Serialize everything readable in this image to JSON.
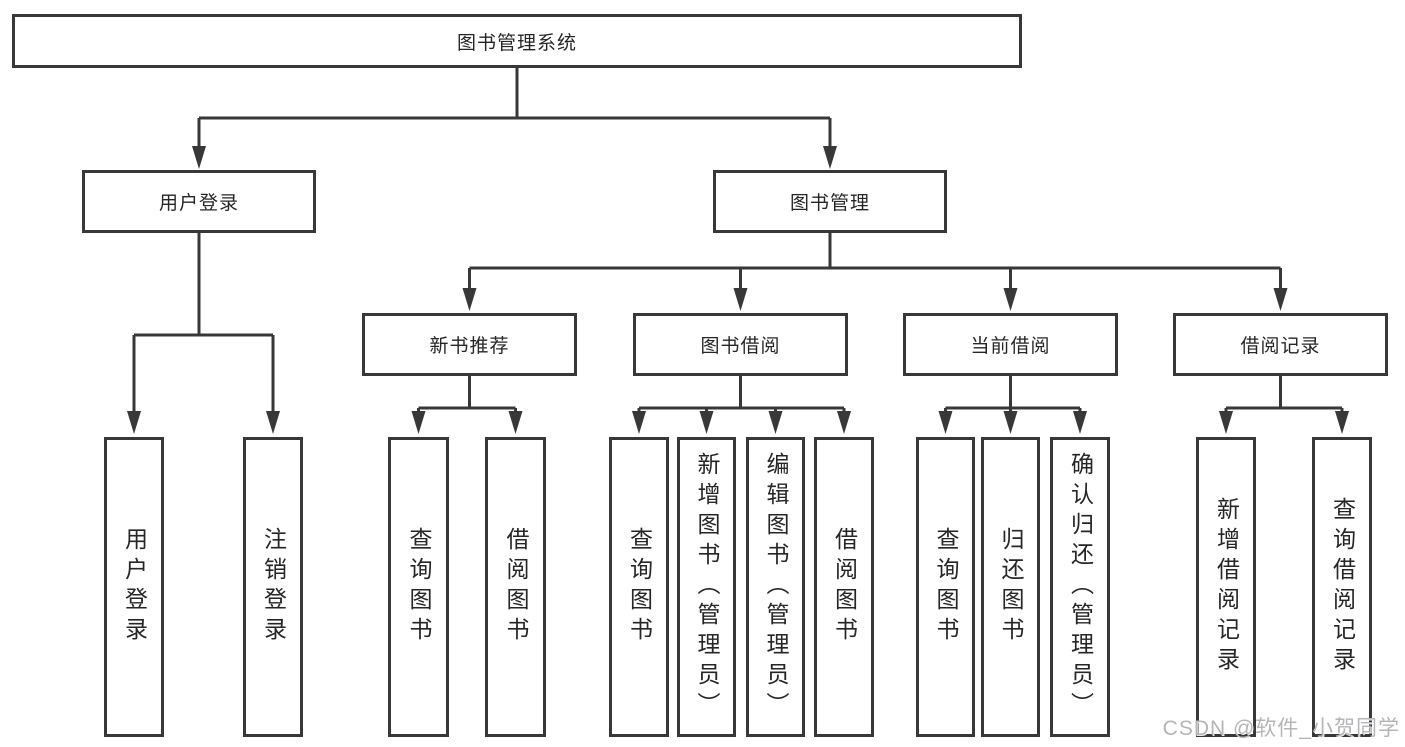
{
  "tree": {
    "root": "图书管理系统",
    "branches": [
      {
        "label": "用户登录",
        "children": [
          "用户登录",
          "注销登录"
        ]
      },
      {
        "label": "图书管理",
        "groups": [
          {
            "label": "新书推荐",
            "children": [
              "查询图书",
              "借阅图书"
            ]
          },
          {
            "label": "图书借阅",
            "children": [
              "查询图书",
              "新增图书（管理员）",
              "编辑图书（管理员）",
              "借阅图书"
            ]
          },
          {
            "label": "当前借阅",
            "children": [
              "查询图书",
              "归还图书",
              "确认归还（管理员）"
            ]
          },
          {
            "label": "借阅记录",
            "children": [
              "新增借阅记录",
              "查询借阅记录"
            ]
          }
        ]
      }
    ]
  },
  "watermark": "CSDN @软件_小贺同学",
  "colors": {
    "line": "#383838",
    "text": "#262626",
    "background": "#ffffff",
    "watermark": "#b5b5b8"
  }
}
